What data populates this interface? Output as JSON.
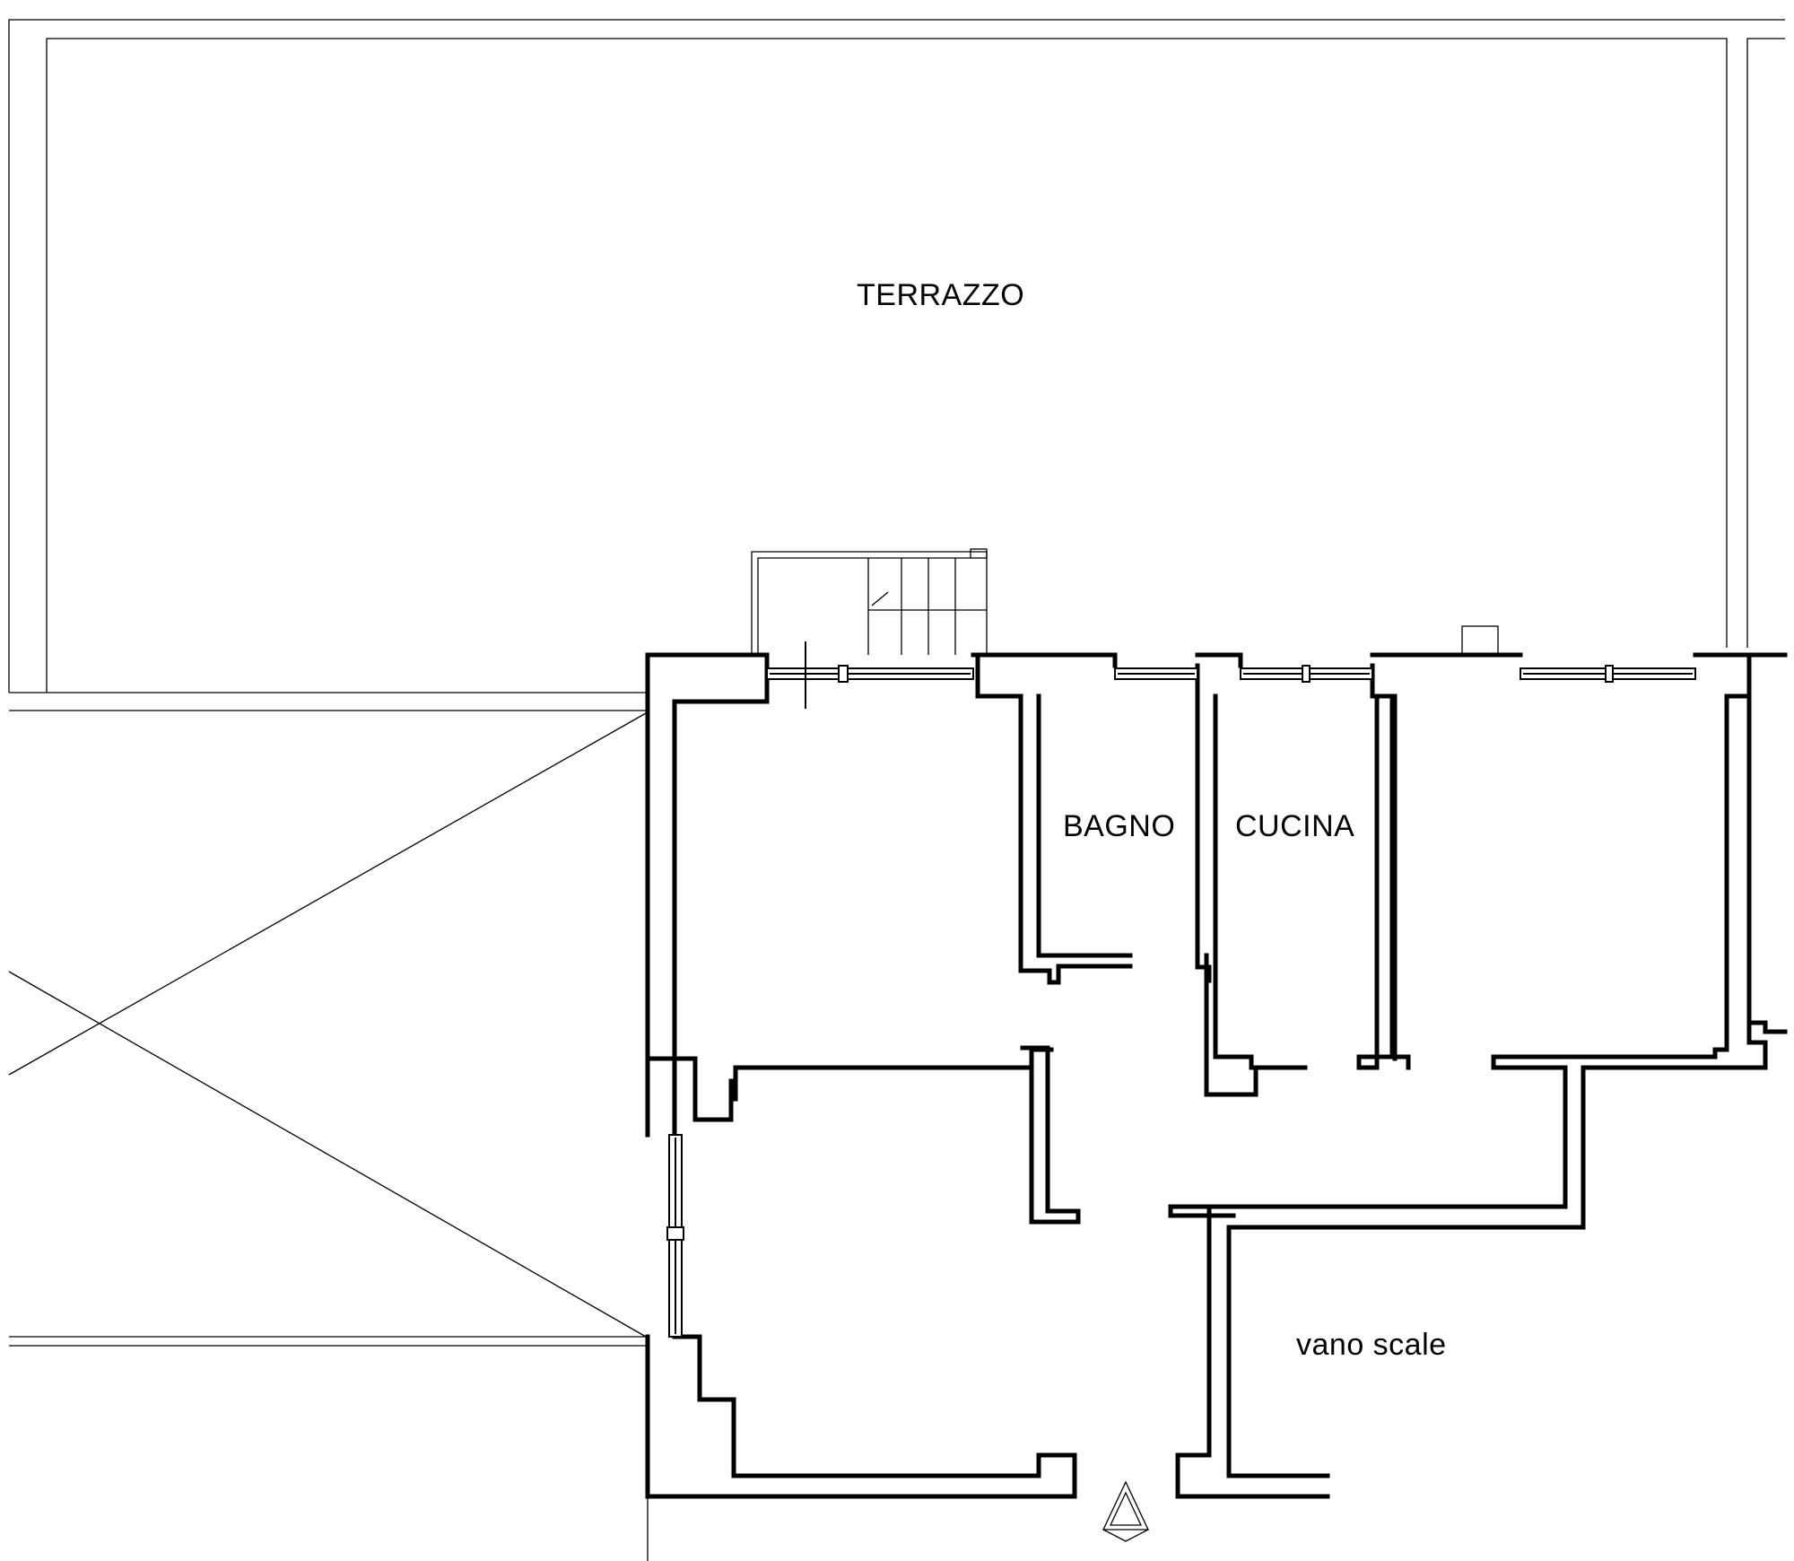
{
  "rooms": {
    "terrazzo": "TERRAZZO",
    "bagno": "BAGNO",
    "cucina": "CUCINA",
    "vano_scale": "vano scale"
  },
  "north_arrow_icon": "north-arrow-icon"
}
